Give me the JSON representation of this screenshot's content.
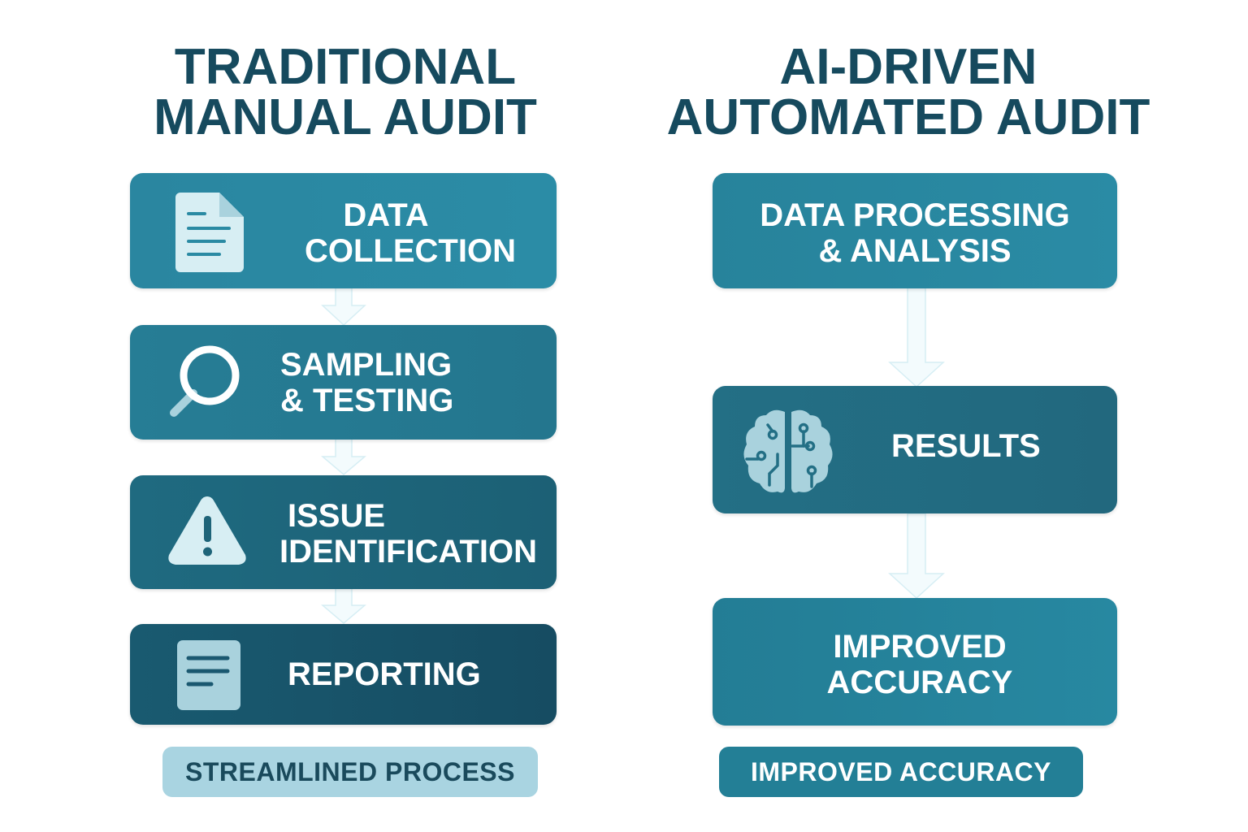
{
  "left": {
    "title_line1": "TRADITIONAL",
    "title_line2": "MANUAL AUDIT",
    "steps": [
      {
        "line1": "DATA",
        "line2": "COLLECTION",
        "icon": "document-icon"
      },
      {
        "line1": "SAMPLING",
        "line2": "& TESTING",
        "icon": "magnifier-icon"
      },
      {
        "line1": "ISSUE",
        "line2": "IDENTIFICATION",
        "icon": "warning-icon"
      },
      {
        "line1": "REPORTING",
        "icon": "report-icon"
      }
    ],
    "footer": "STREAMLINED PROCESS"
  },
  "right": {
    "title_line1": "AI-DRIVEN",
    "title_line2": "AUTOMATED AUDIT",
    "steps": [
      {
        "line1": "DATA PROCESSING",
        "line2": "& ANALYSIS"
      },
      {
        "line1": "RESULTS",
        "icon": "brain-circuit-icon"
      },
      {
        "line1": "IMPROVED",
        "line2": "ACCURACY"
      }
    ],
    "footer": "IMPROVED ACCURACY"
  },
  "colors": {
    "title": "#164a5e",
    "box_light": "#2a8aa3",
    "box_dark": "#174e64",
    "icon_fill": "#d7eef3",
    "footer_left_bg": "#a9d4e1",
    "footer_right_bg": "#237f96"
  }
}
